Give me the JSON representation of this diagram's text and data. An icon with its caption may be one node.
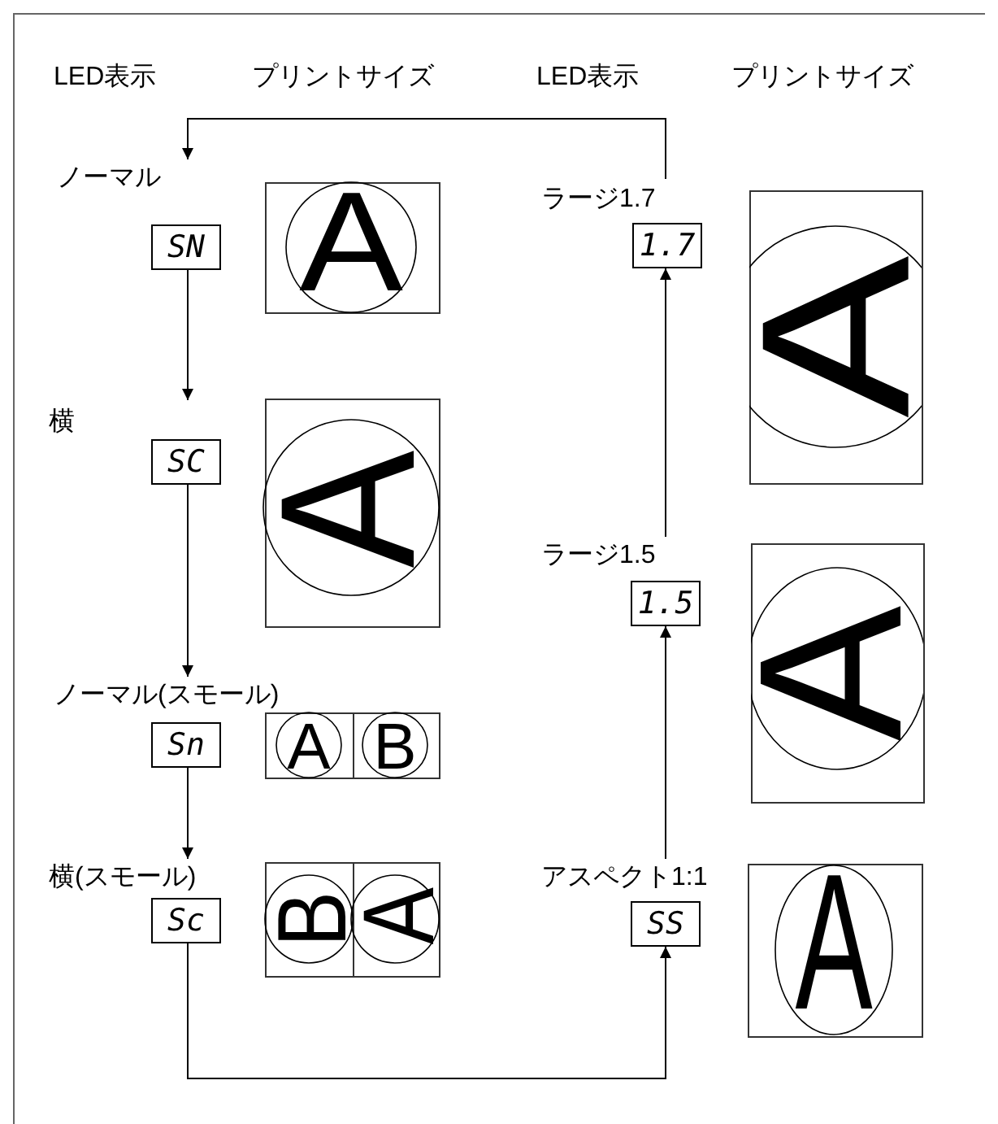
{
  "diagram": {
    "nodes": [
      {
        "text": [
          "ノーマル",
          "SN"
        ]
      },
      {
        "text": [
          "横",
          "SC"
        ]
      },
      {
        "text": [
          "ノーマル(スモール)",
          "Sn"
        ]
      },
      {
        "text": [
          "横(スモール)",
          "Sc"
        ]
      },
      {
        "text": [
          "ラージ1.7",
          "1.7"
        ]
      },
      {
        "text": [
          "ラージ1.5",
          "1.5"
        ]
      },
      {
        "text": [
          "アスペクト1:1",
          "SS"
        ]
      }
    ],
    "edges": [
      {
        "from": 0,
        "to": 1,
        "arrow": "to"
      },
      {
        "from": 1,
        "to": 2,
        "arrow": "to"
      },
      {
        "from": 2,
        "to": 3,
        "arrow": "to"
      },
      {
        "from": 3,
        "to": 6,
        "arrow": "to"
      },
      {
        "from": 6,
        "to": 5,
        "arrow": "to"
      },
      {
        "from": 5,
        "to": 4,
        "arrow": "to"
      },
      {
        "from": 4,
        "to": 0,
        "arrow": "to"
      }
    ],
    "labels": [
      "LED表示",
      "プリントサイズ",
      "LED表示",
      "プリントサイズ",
      "A",
      "A",
      "A",
      "A",
      "A",
      "B",
      "B",
      "A",
      "A"
    ]
  }
}
